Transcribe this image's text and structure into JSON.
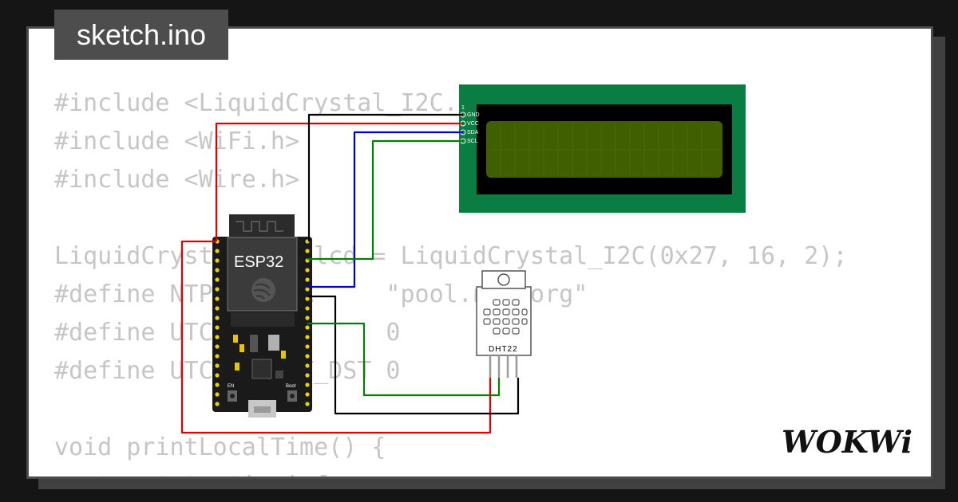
{
  "tab": {
    "filename": "sketch.ino"
  },
  "code": {
    "lines": [
      "#include <LiquidCrystal_I2C.h>",
      "#include <WiFi.h>",
      "#include <Wire.h>",
      "",
      "LiquidCrystal_I2C lcd = LiquidCrystal_I2C(0x27, 16, 2);",
      "#define NTP_SERVER     \"pool.ntp.org\"",
      "#define UTC_OFFSET     0",
      "#define UTC_OFFSET_DST 0",
      "",
      "void printLocalTime() {",
      "  struct tm timeinfo;"
    ]
  },
  "lcd": {
    "pin_one": "1",
    "pins": [
      "GND",
      "VCC",
      "SDA",
      "SCL"
    ],
    "bezel_color": "#0a7d42",
    "screen_color": "#3f5f00"
  },
  "esp32": {
    "label": "ESP32",
    "logo_icon": "espressif-logo-icon",
    "button_left": "EN",
    "button_right": "Boot"
  },
  "dht": {
    "label": "DHT22"
  },
  "wires": {
    "red": "#e00000",
    "black": "#000000",
    "blue": "#0000cc",
    "green": "#008000"
  },
  "brand": {
    "logo": "WOKWi"
  }
}
